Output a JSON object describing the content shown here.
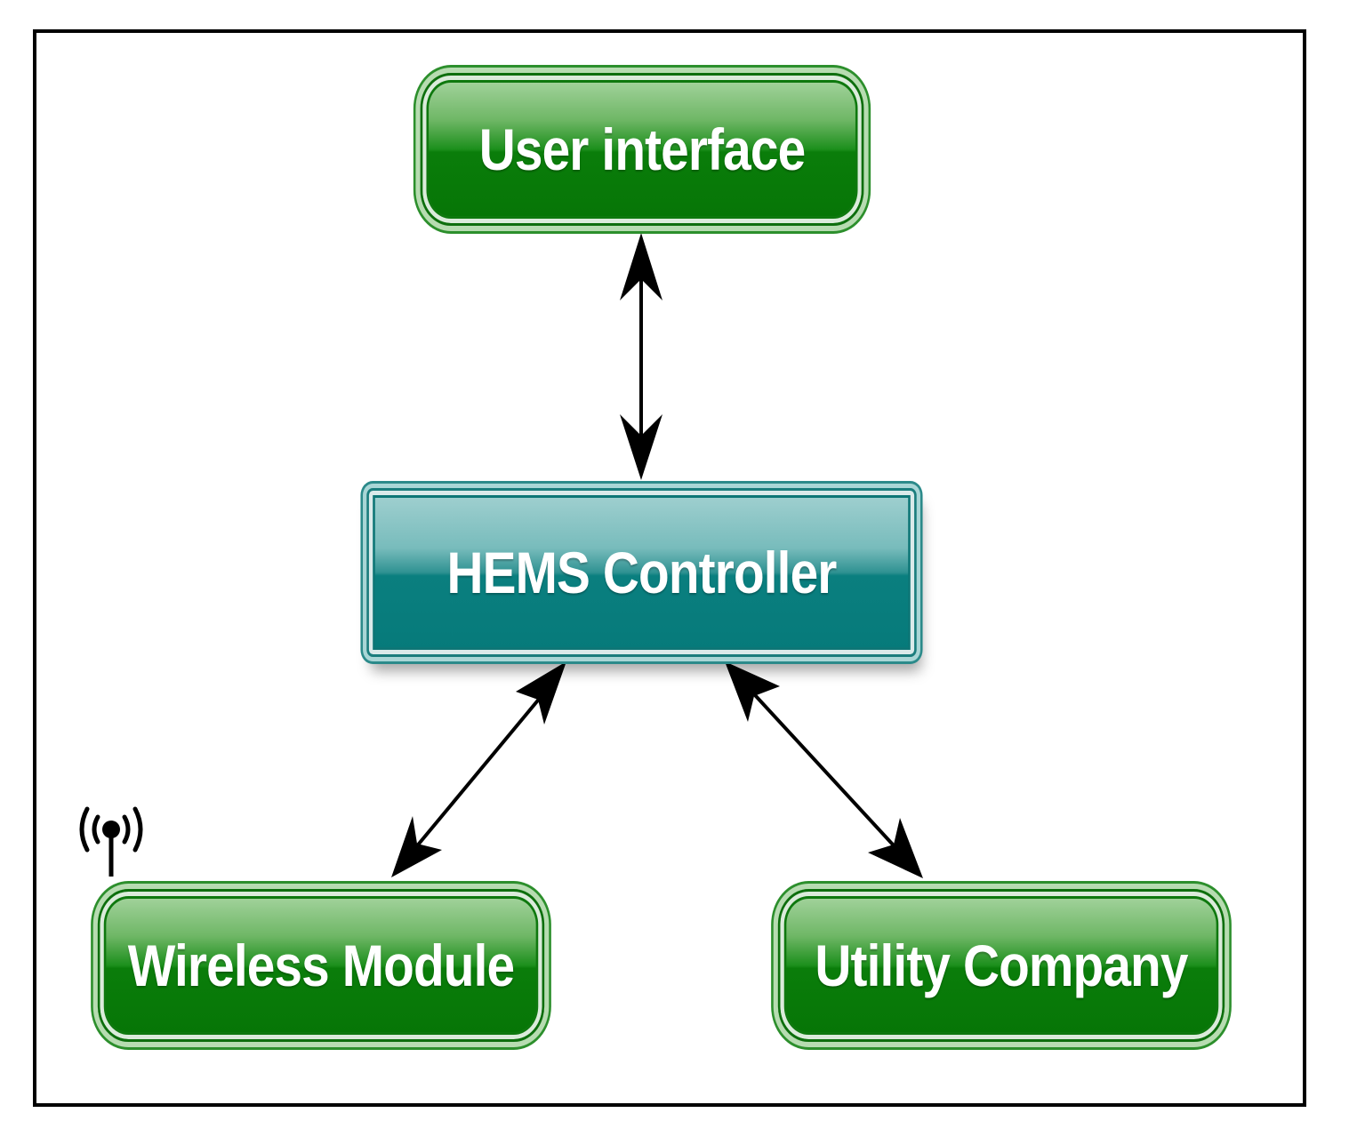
{
  "nodes": {
    "user_interface": "User interface",
    "hems_controller": "HEMS Controller",
    "wireless_module": "Wireless Module",
    "utility_company": "Utility Company"
  },
  "icons": {
    "antenna": "wireless-antenna-icon"
  },
  "colors": {
    "green_node": "#067506",
    "teal_node": "#067a7a",
    "arrow": "#000000",
    "frame": "#000000"
  }
}
